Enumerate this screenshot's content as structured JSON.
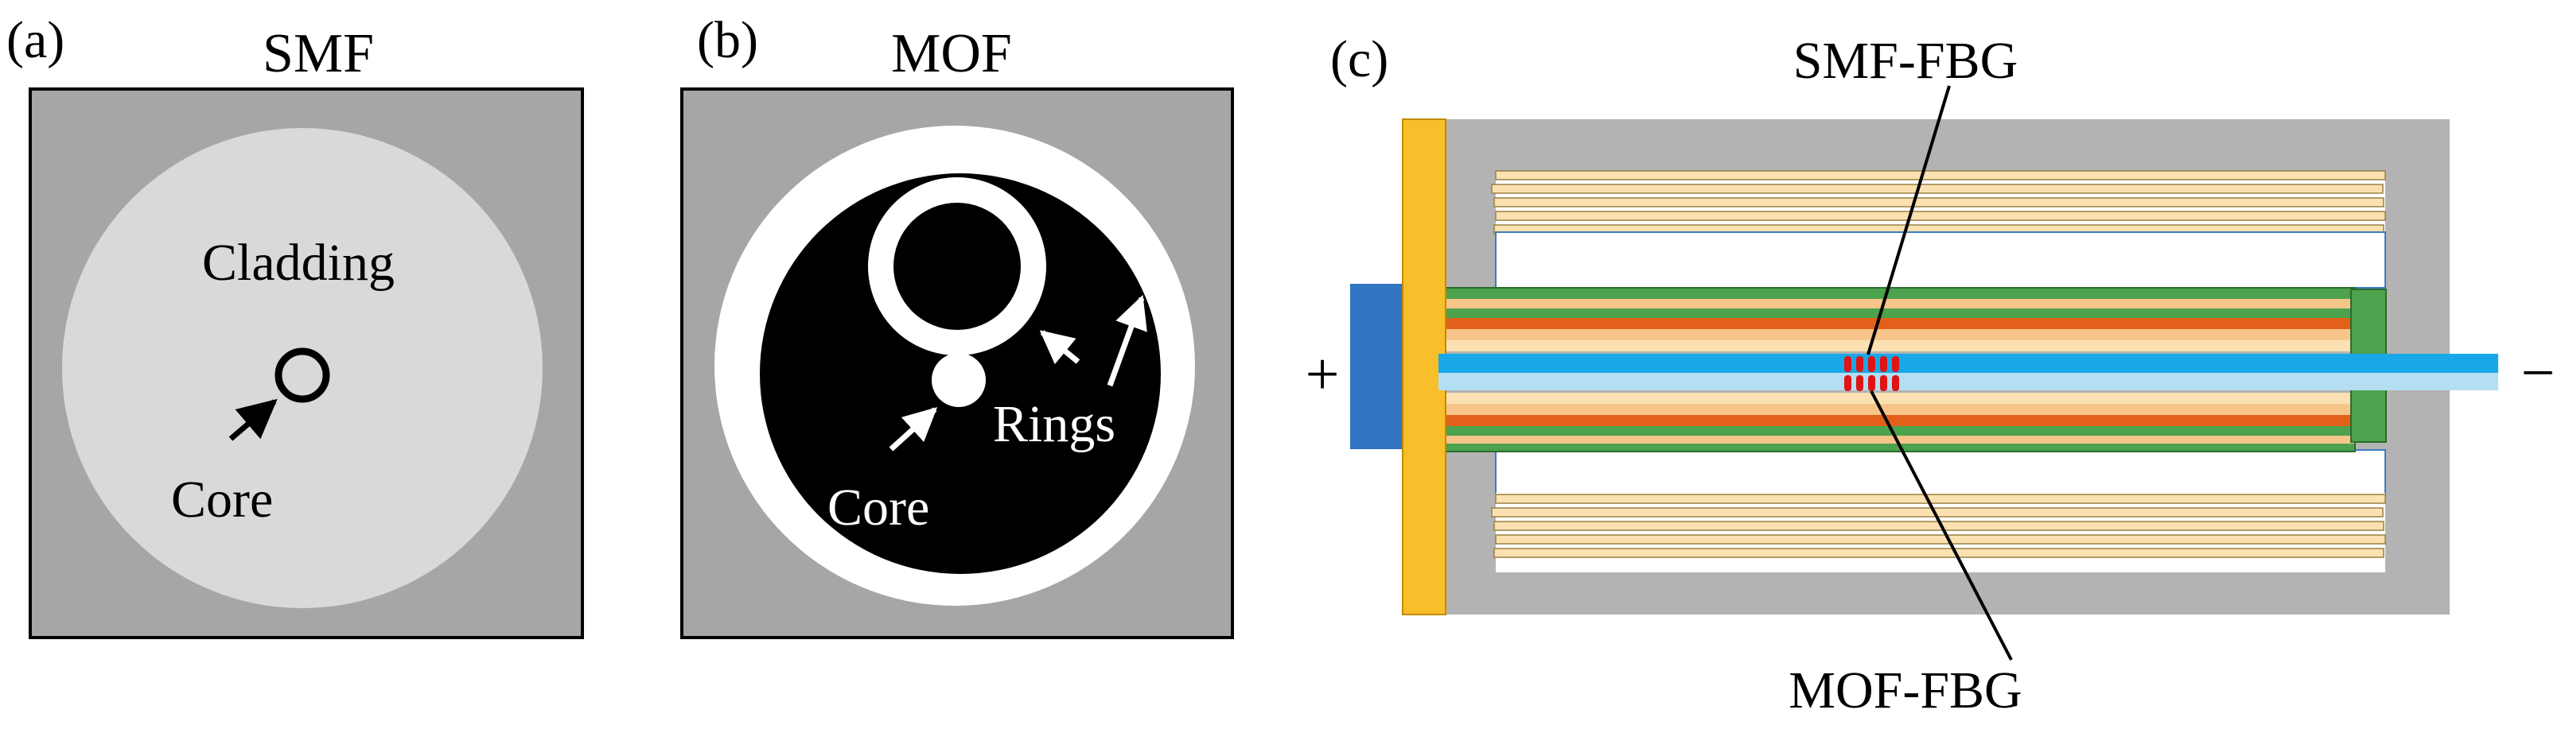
{
  "panel_a": {
    "tag": "(a)",
    "title": "SMF",
    "labels": {
      "cladding": "Cladding",
      "core": "Core"
    }
  },
  "panel_b": {
    "tag": "(b)",
    "title": "MOF",
    "labels": {
      "core": "Core",
      "rings": "Rings"
    }
  },
  "panel_c": {
    "tag": "(c)",
    "labels": {
      "smf_fbg": "SMF-FBG",
      "mof_fbg": "MOF-FBG",
      "plus": "+",
      "minus": "−"
    },
    "colors": {
      "housing": "#b3b3b3",
      "flange": "#f8bf2a",
      "electrode": "#3174c2",
      "green_layer": "#4ca24d",
      "orange_layer": "#e2601a",
      "light_orange": "#f7c58a",
      "cream": "#fbe1b2",
      "smf_fiber": "#18a8e8",
      "mof_fiber": "#b4dff2",
      "fbg_marks": "#e01414"
    }
  },
  "colors": {
    "gray_background": "#a6a6a6",
    "cladding_fill": "#d9d9d9",
    "black": "#000000",
    "white": "#ffffff"
  }
}
